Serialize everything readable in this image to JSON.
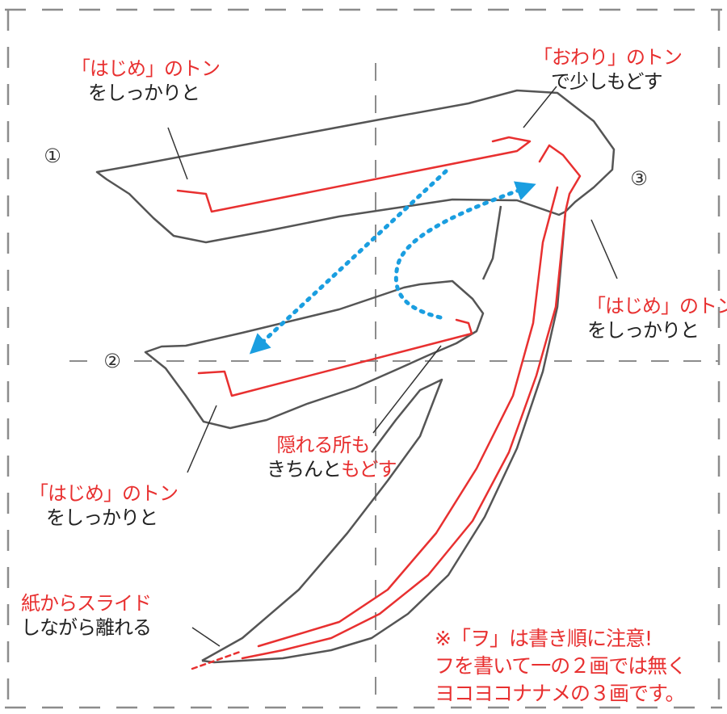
{
  "stroke_numbers": {
    "one": "①",
    "two": "②",
    "three": "③"
  },
  "annotations": {
    "end_line1": "「おわり」のトン",
    "end_line2": "で少しもどす",
    "start1_line1": "「はじめ」のトン",
    "start1_line2": "をしっかりと",
    "start3_line1": "「はじめ」のトン",
    "start3_line2": "をしっかりと",
    "start2_line1": "「はじめ」のトン",
    "start2_line2": "をしっかりと",
    "hidden_line1": "隠れる所も",
    "hidden_line2_black": "きちんと",
    "hidden_line2_red": "もどす",
    "slide_line1": "紙からスライド",
    "slide_line2": "しながら離れる",
    "note_line1": "※「ヲ」は書き順に注意!",
    "note_line2": "フを書いて一の２画では無く",
    "note_line3": "ヨコヨコナナメの３画です。"
  },
  "colors": {
    "accent_red": "#e83030",
    "guide_gray": "#8c8c8c",
    "movement_blue": "#1a9ee0",
    "brush_outline": "#555555"
  }
}
